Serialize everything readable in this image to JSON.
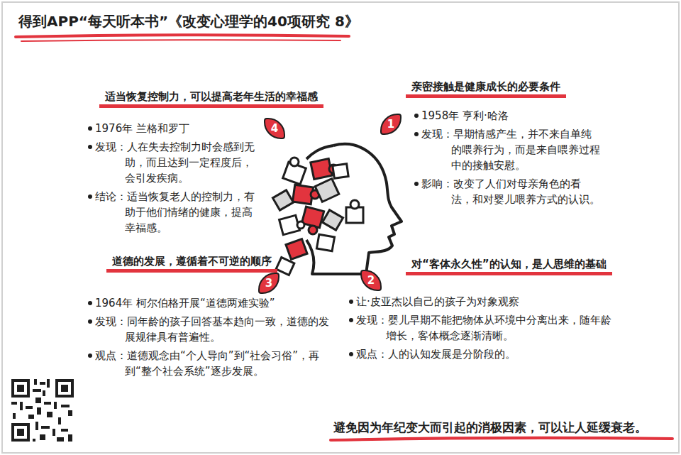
{
  "diagram": {
    "title": "得到APP“每天听本书”《改变心理学的40项研究 8》",
    "caption": "避免因为年纪变大而引起的消极因素，可以让人延缓衰老。",
    "nodes": [
      {
        "text": [
          "适当恢复控制力，可以提高老年生活的幸福感"
        ]
      },
      {
        "text": [
          "4"
        ]
      },
      {
        "text": [
          "亲密接触是健康成长的必要条件"
        ]
      },
      {
        "text": [
          "1"
        ]
      },
      {
        "text": [
          "道德的发展，遵循着不可逆的顺序"
        ]
      },
      {
        "text": [
          "3"
        ]
      },
      {
        "text": [
          "对“客体永久性”的认知，是人思维的基础"
        ]
      },
      {
        "text": [
          "2"
        ]
      }
    ],
    "labels": [
      "1976年 兰格和罗丁",
      "发现：人在失去控制力时会感到无助，而且达到一定程度后，会引发疾病。",
      "结论：适当恢复老人的控制力，有助于他们情绪的健康，提高幸福感。",
      "1958年 亨利·哈洛",
      "发现：早期情感产生，并不来自单纯的喂养行为，而是来自喂养过程中的接触安慰。",
      "影响：改变了人们对母亲角色的看法，和对婴儿喂养方式的认识。",
      "1964年 柯尔伯格开展“道德两难实验”",
      "发现：同年龄的孩子回答基本趋向一致，道德的发展规律具有普遍性。",
      "观点：道德观念由“个人导向”到“社会习俗”，再到“整个社会系统”逐步发展。",
      "让·皮亚杰以自己的孩子为对象观察",
      "发现：婴儿早期不能把物体从环境中分离出来，随年龄增长，客体概念逐渐清晰。",
      "观点：人的认知发展是分阶段的。"
    ]
  }
}
